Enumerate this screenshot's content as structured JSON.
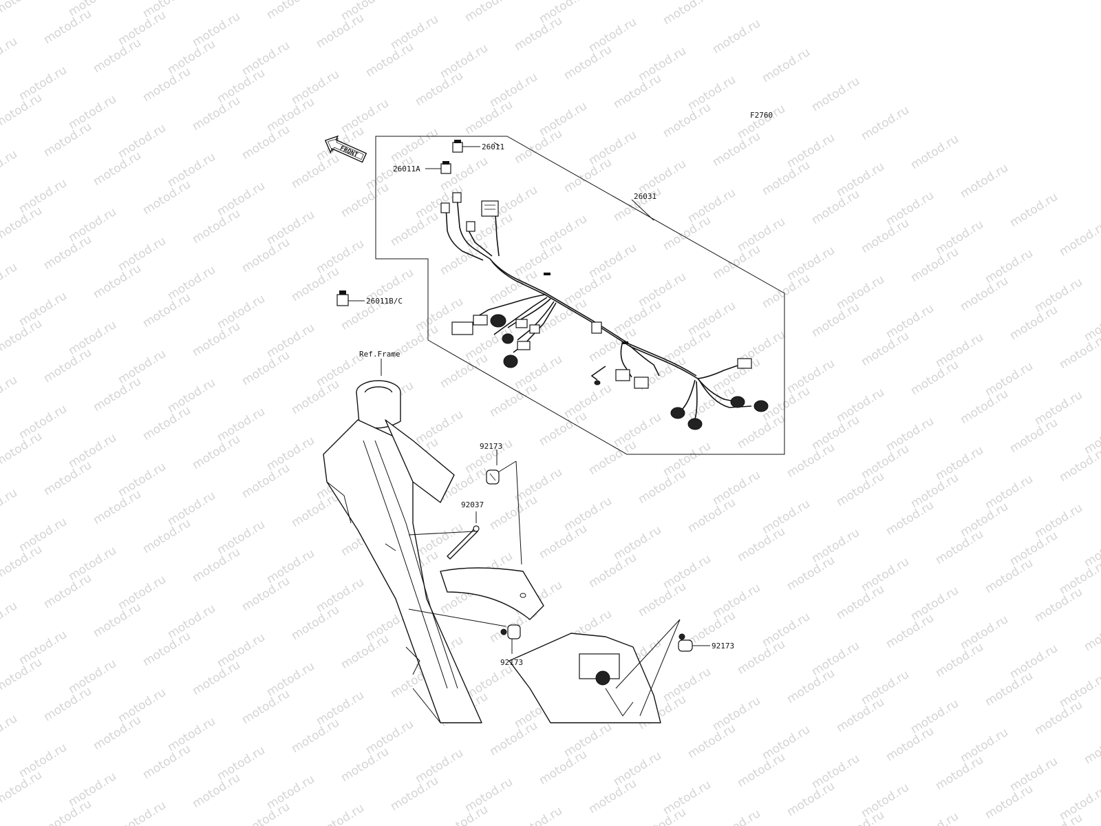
{
  "watermark": "motod.ru",
  "figure_code": "F2760",
  "front_arrow_label": "FRONT",
  "reference_label": "Ref.Frame",
  "callouts": [
    {
      "id": "c26011",
      "text": "26011"
    },
    {
      "id": "c26011A",
      "text": "26011A"
    },
    {
      "id": "c26031",
      "text": "26031"
    },
    {
      "id": "c26011BC",
      "text": "26011B/C"
    },
    {
      "id": "c92173a",
      "text": "92173"
    },
    {
      "id": "c92037",
      "text": "92037"
    },
    {
      "id": "c92173b",
      "text": "92173"
    },
    {
      "id": "c92173c",
      "text": "92173"
    }
  ]
}
